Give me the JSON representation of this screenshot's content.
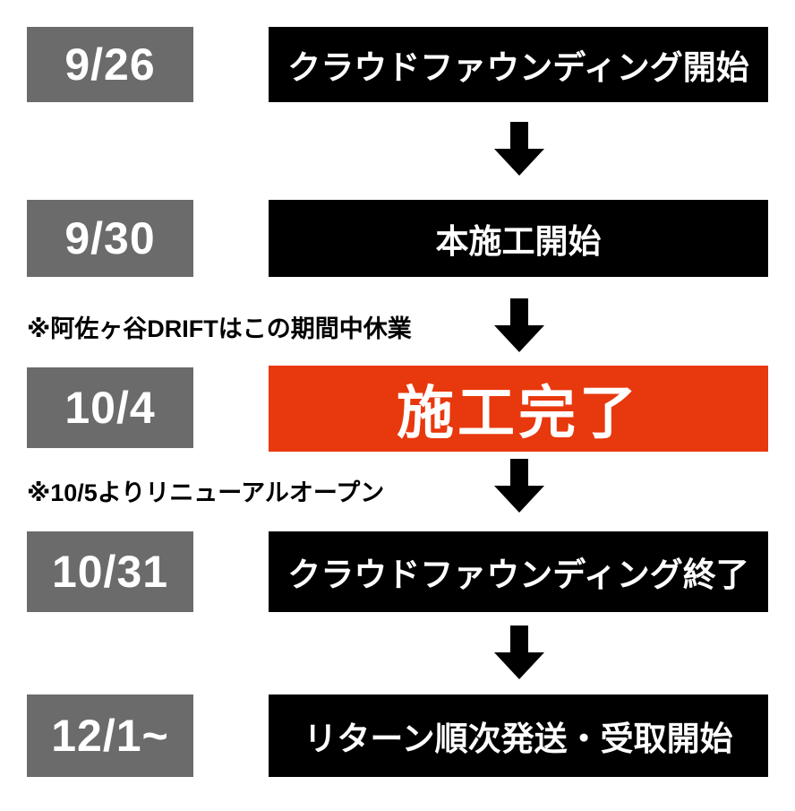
{
  "colors": {
    "date_box": "#6b6b6b",
    "step_box": "#000000",
    "highlight_box": "#e8380d",
    "text_on_box": "#ffffff",
    "note_text": "#000000"
  },
  "timeline": {
    "rows": [
      {
        "date": "9/26",
        "label": "クラウドファウンディング開始",
        "highlight": false
      },
      {
        "date": "9/30",
        "label": "本施工開始",
        "highlight": false
      },
      {
        "date": "10/4",
        "label": "施工完了",
        "highlight": true
      },
      {
        "date": "10/31",
        "label": "クラウドファウンディング終了",
        "highlight": false
      },
      {
        "date": "12/1~",
        "label": "リターン順次発送・受取開始",
        "highlight": false
      }
    ],
    "notes": [
      {
        "text": "※阿佐ヶ谷DRIFTはこの期間中休業"
      },
      {
        "text": "※10/5よりリニューアルオープン"
      }
    ]
  }
}
